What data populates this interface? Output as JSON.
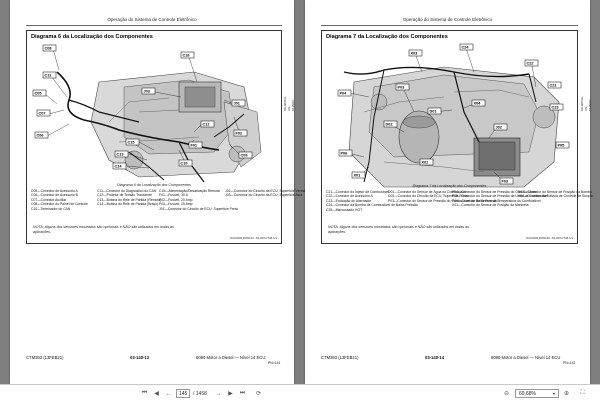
{
  "left_page": {
    "header": "Operação do Sistema de Controle Eletrônico",
    "title": "Diagrama 6 da Localização dos Componentes",
    "caption": "Diagrama 6 da Localização dos Componentes",
    "side_code": "RG19800A-UN-18JAN07",
    "callouts": [
      "C08",
      "C11",
      "C05",
      "C07",
      "C06",
      "C16",
      "J03",
      "F02",
      "J01",
      "C12",
      "F01",
      "C13",
      "C14",
      "C15",
      "C10",
      "C09"
    ],
    "legend_col1": [
      "C05—Conector de Acessório A",
      "C06—Conector de Acessório B",
      "C07—Conector Auxiliar",
      "C08—Conector do Painel de Controle",
      "C10—Terminador do CAN"
    ],
    "legend_col2": [
      "C11—Conector do Diagnóstico do CAN",
      "C12—Protetor de Tensão Transiente",
      "C13—Bobina do Relé de Partida (Remoto)",
      "C14—Bobina do Relé de Partida (Braço)"
    ],
    "legend_col3": [
      "C15—Alimentação/Desativação Remota",
      "F01—Fusível, 30 A",
      "F02—Fusível, 20 Amp",
      "F03—Fusível, 15 Amp",
      "J01—Conector do Circuito de ECU, Superfície Preta"
    ],
    "legend_col4": [
      "J02—Conector do Circuito da ECU, Superfície Vermelha",
      "J03—Conector do Circuito da ECU, Superfície Azul"
    ],
    "note": "NOTA: Alguns dos sensores mostrados são opcionais e NÃO são utilizados em todas as aplicações.",
    "doc_code": "RG20206,000001C -54-30OCT08-1/1",
    "footer_left": "CTM393 (13FEB21)",
    "footer_center": "03-140-13",
    "footer_right": "6090 Motor a Diesel — Nível 14 ECU",
    "footer_sub": "PN=141"
  },
  "right_page": {
    "header": "Operação do Sistema de Controle Eletrônico",
    "title": "Diagrama 7 da Localização dos Componentes",
    "caption": "Diagrama 7 da Localização dos Componentes",
    "side_code": "RG19801A-UN-18JAN07",
    "callouts": [
      "P04",
      "X03",
      "P03",
      "D01",
      "D02",
      "X04",
      "P05",
      "C21",
      "C22",
      "C23",
      "C24",
      "P06",
      "X01",
      "J02",
      "X02",
      "F03"
    ],
    "legend_col1": [
      "C21—Conector do Injetor de Combustível",
      "C22—Conector de Acessório A",
      "C23—Excitação do Alternador",
      "C24—Conector da Bomba de Combustível de Baixa Pressão",
      "C25—Marcussado HOT"
    ],
    "legend_col2": [
      "D01—Conector do Sensor de Água no Combustível",
      "D02—Conector do Circuito da ECU, Superfície Preta",
      "P03—Conector do Sensor de Pressão do Combustível de Baixa Pressão"
    ],
    "legend_col3": [
      "P04—Conector do Sensor de Pressão do Óleo do Motor",
      "P05—Conector do Sensor de Pressão da Linha de Combustível",
      "P06—Conector do Sensor de Temperatura do Combustível",
      "X01—Conector do Sensor de Posição da Manivela"
    ],
    "legend_col4": [
      "X03—Conector do Sensor de Posição da Bomba",
      "X04—Conector da Válvula de Controle de Sucção"
    ],
    "note": "NOTA: Alguns dos sensores mostrados são opcionais e NÃO são utilizados em todas as aplicações.",
    "doc_code": "RG20206,000001D -54-30OCT08-1/1",
    "footer_left": "CTM393 (13FEB21)",
    "footer_center": "03-140-14",
    "footer_right": "6090 Motor a Diesel — Nível 14 ECU",
    "footer_sub": "PN=142"
  },
  "toolbar": {
    "current_page": "145",
    "page_total": "/ 1458",
    "zoom": "69,68%"
  }
}
